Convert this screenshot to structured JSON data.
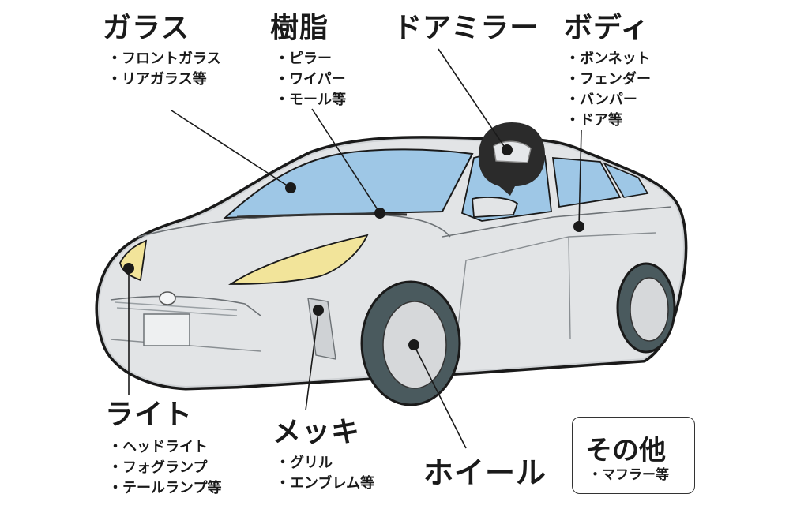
{
  "groups": {
    "glass": {
      "title": "ガラス",
      "items": [
        "フロントガラス",
        "リアガラス等"
      ]
    },
    "resin": {
      "title": "樹脂",
      "items": [
        "ピラー",
        "ワイパー",
        "モール等"
      ]
    },
    "mirror": {
      "title": "ドアミラー"
    },
    "body": {
      "title": "ボディ",
      "items": [
        "ボンネット",
        "フェンダー",
        "バンパー",
        "ドア等"
      ]
    },
    "light": {
      "title": "ライト",
      "items": [
        "ヘッドライト",
        "フォグランプ",
        "テールランプ等"
      ]
    },
    "plating": {
      "title": "メッキ",
      "items": [
        "グリル",
        "エンブレム等"
      ]
    },
    "wheel": {
      "title": "ホイール"
    },
    "other": {
      "title": "その他",
      "items": [
        "マフラー等"
      ]
    }
  },
  "colors": {
    "body_fill": "#e2e4e6",
    "outline": "#1a1a1a",
    "glass_fill": "#9ec7e6",
    "light_fill": "#f2e49a",
    "tire_fill": "#4a5a5e",
    "wheel_fill": "#d6d8da",
    "marker": "#1a1a1a"
  }
}
